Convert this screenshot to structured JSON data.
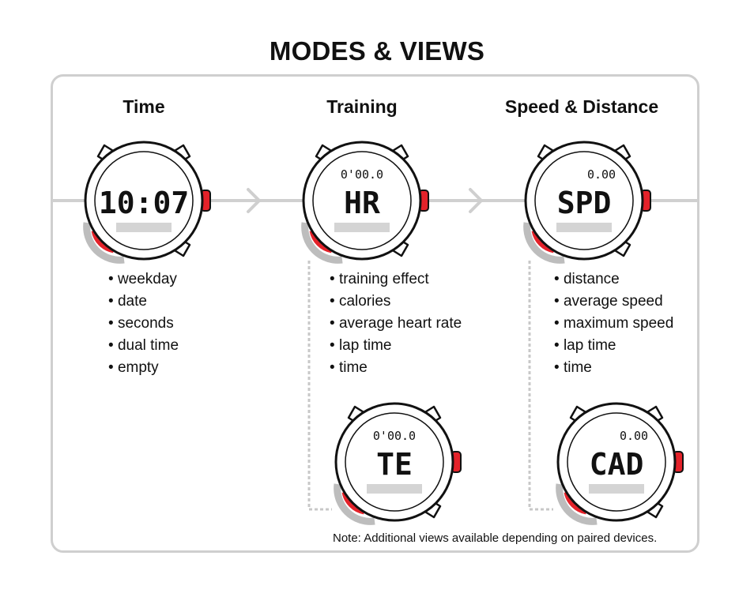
{
  "title": "MODES & VIEWS",
  "modes": [
    {
      "title": "Time",
      "display_main": "10:07",
      "display_top": "",
      "items": [
        "weekday",
        "date",
        "seconds",
        "dual time",
        "empty"
      ]
    },
    {
      "title": "Training",
      "display_main": "HR",
      "display_top": "0'00.0",
      "items": [
        "training effect",
        "calories",
        "average heart rate",
        "lap time",
        "time"
      ],
      "extra_view": {
        "display_main": "TE",
        "display_top": "0'00.0"
      }
    },
    {
      "title": "Speed & Distance",
      "display_main": "SPD",
      "display_top": "0.00",
      "items": [
        "distance",
        "average speed",
        "maximum speed",
        "lap time",
        "time"
      ],
      "extra_view": {
        "display_main": "CAD",
        "display_top": "0.00"
      }
    }
  ],
  "note": "Note: Additional views available depending on paired devices.",
  "colors": {
    "outline": "#111111",
    "frame": "#cfcfcf",
    "connector": "#d0d0d0",
    "accent_red": "#e4222a",
    "bar_gray": "#d4d4d4",
    "ring_gray": "#bdbdbd"
  },
  "icons": [
    "watch-icon",
    "arrow-right-icon",
    "start-button-icon",
    "back-button-icon"
  ]
}
